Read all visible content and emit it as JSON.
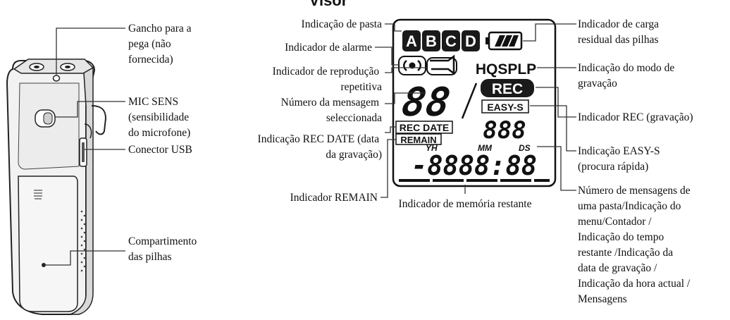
{
  "header": {
    "title": "Visor"
  },
  "device_labels": {
    "strap_hook": [
      "Gancho para a",
      "pega (não",
      "fornecida)"
    ],
    "mic_sens": [
      "MIC SENS",
      "(sensibilidade",
      "do microfone)"
    ],
    "usb": "Conector USB",
    "battery_compartment": [
      "Compartimento",
      "das pilhas"
    ]
  },
  "display_labels": {
    "folder": "Indicação de pasta",
    "alarm": "Indicador de alarme",
    "repeat": [
      "Indicador de reprodução",
      "repetitiva"
    ],
    "message_number": [
      "Número da mensagem",
      "seleccionada"
    ],
    "rec_date": [
      "Indicação REC DATE (data",
      "da gravação)"
    ],
    "remain": "Indicador REMAIN",
    "memory": "Indicador de memória restante",
    "battery": [
      "Indicador de carga",
      "residual das pilhas"
    ],
    "mode": [
      "Indicação do modo de",
      "gravação"
    ],
    "rec": "Indicador REC (gravação)",
    "easy_s": [
      "Indicação EASY-S",
      "(procura rápida)"
    ],
    "counter": [
      "Número de mensagens de",
      "uma pasta/Indicação do",
      "menu/Contador /",
      "Indicação do tempo",
      "restante /Indicação da",
      "data de gravação /",
      "Indicação da hora actual /",
      "Mensagens"
    ]
  },
  "lcd": {
    "folders": [
      "A",
      "B",
      "C",
      "D"
    ],
    "modes": "HQSPLP",
    "rec": "REC",
    "easy_s": "EASY-S",
    "rec_date": "REC DATE",
    "remain": "REMAIN",
    "units": [
      "YH",
      "MM",
      "DS"
    ],
    "message_digits": "88",
    "small_digits": "888",
    "big_digits": "-8888:88"
  }
}
